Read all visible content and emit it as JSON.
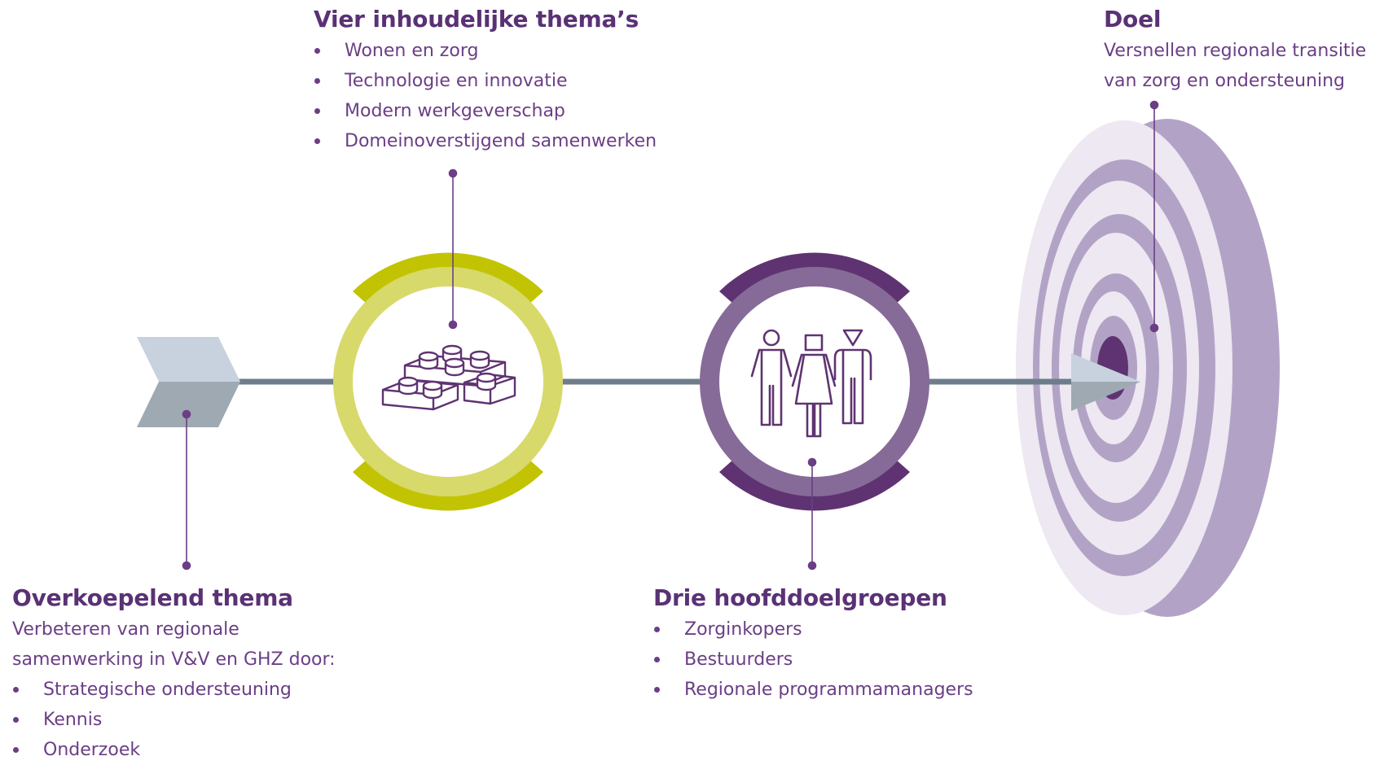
{
  "themes": {
    "heading": "Vier inhoudelijke thema’s",
    "items": [
      "Wonen en zorg",
      "Technologie en innovatie",
      "Modern werkgeverschap",
      "Domeinoverstijgend samenwerken"
    ]
  },
  "overarching": {
    "heading": "Overkoepelend thema",
    "intro_line1": "Verbeteren van regionale",
    "intro_line2": "samenwerking in V&V en GHZ door:",
    "items": [
      "Strategische ondersteuning",
      "Kennis",
      "Onderzoek"
    ]
  },
  "target_groups": {
    "heading": "Drie hoofddoelgroepen",
    "items": [
      "Zorginkopers",
      "Bestuurders",
      "Regionale programmamanagers"
    ]
  },
  "goal": {
    "heading": "Doel",
    "line1": "Versnellen regionale transitie",
    "line2": "van zorg en ondersteuning"
  },
  "icons": {
    "themes_circle": "building-blocks-icon",
    "groups_circle": "people-icon",
    "goal": "target-icon",
    "start": "arrow-fletching-icon",
    "arrow": "arrowhead-icon"
  },
  "colors": {
    "purple_dark": "#5f3371",
    "purple_mid": "#866b99",
    "purple_light": "#b2a3c6",
    "target_pale": "#ede8f1",
    "lime_dark": "#c2c403",
    "lime_light": "#d8d96b",
    "shaft": "#6d7d8b",
    "grey_light": "#c8d2de",
    "grey_dark": "#9ea9b2"
  }
}
